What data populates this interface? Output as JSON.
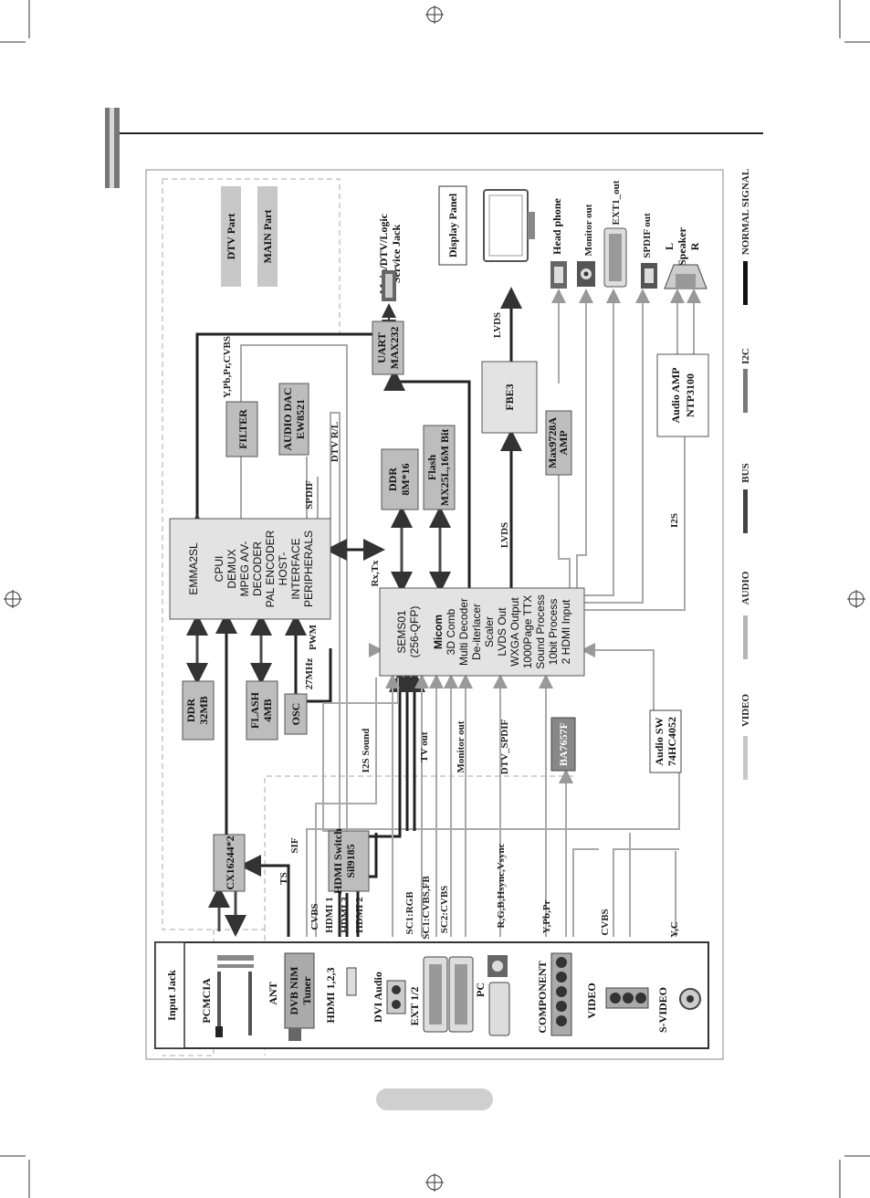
{
  "page": {
    "footer_pill": ""
  },
  "parts": {
    "dtv": "DTV Part",
    "main": "MAIN Part"
  },
  "display_panel": "Display Panel",
  "service_jack": [
    "Main/DTV/Logic",
    "Service Jack"
  ],
  "outputs": {
    "head_phone": "Head phone",
    "monitor_out": "Monitor out",
    "ext1_out": "EXT1_out",
    "spdif_out": "SPDIF out",
    "speaker": [
      "L",
      "Speaker",
      "R"
    ]
  },
  "legend": [
    "NORMAL SIGNAL",
    "I2C",
    "BUS",
    "AUDIO",
    "VIDEO"
  ],
  "chips": {
    "uart": [
      "UART",
      "MAX232"
    ],
    "filter": "FILTER",
    "audio_dac": [
      "AUDIO DAC",
      "EW8521"
    ],
    "fbe3": "FBE3",
    "max9728": [
      "Max9728A",
      "AMP"
    ],
    "audio_amp": [
      "Audio AMP",
      "NTP3100"
    ],
    "ddr_sems": [
      "DDR",
      "8M*16"
    ],
    "flash_sems": [
      "Flash",
      "MX25L,16M Bit"
    ],
    "emma": {
      "title": "EMMA2SL",
      "lines": [
        "CPUI",
        "DEMUX",
        "MPEG A/V-",
        "DECODER",
        "PAL ENCODER",
        "HOST-",
        "INTERFACE",
        "PERIPHERALS"
      ]
    },
    "sems": {
      "lines": [
        "SEMS01",
        "(256-QFP)"
      ],
      "bold": "Micom",
      "features": [
        "3D Comb",
        "Multi Decoder",
        "De-iterlacer",
        "Scaler",
        "LVDS Out",
        "WXGA Output",
        "1000Page TTX",
        "Sound Process",
        "10bit Process",
        "2 HDMI Input"
      ]
    },
    "ddr32": [
      "DDR",
      "32MB"
    ],
    "flash4": [
      "FLASH",
      "4MB"
    ],
    "osc": "OSC",
    "cx": "CX16244*2",
    "hdmi_switch": [
      "HDMI Switch",
      "Sil9185"
    ],
    "ba7657f": "BA7657F",
    "audio_sw": [
      "Audio SW",
      "74HC4052"
    ]
  },
  "signals": {
    "ypbpr_cvbs": "Y,Pb,Pr,CVBS",
    "dtv_rl": "DTV R/L",
    "spdif": "SPDIF",
    "lvds_top": "LVDS",
    "lvds_mid": "LVDS",
    "i2s": "I2S",
    "rx_tx": "Rx,Tx",
    "mhz27": "27MHz",
    "pwm": "PWM",
    "i2s_sound": "I2S Sound",
    "tv_out": "TV out",
    "monitor_out": "Monitor out",
    "dtv_spdif": "DTV_SPDIF",
    "sif": "SIF",
    "ts": "TS",
    "cvbs": "CVBS",
    "hdmi1": "HDMI 1",
    "hdmi3": "HDMI 3",
    "hdmi2": "HDMI 2",
    "sc1rgb": "SC1:RGB",
    "sc1cvbs": "SC1:CVBS,FB",
    "sc2cvbs": "SC2:CVBS",
    "rgb": "R,G,B,Hsync,Vsync",
    "ypbpr": "Y,Pb,Pr",
    "cvbs2": "CVBS",
    "yc": "Y,C"
  },
  "inputs": {
    "title": "Input Jack",
    "pcmcia": "PCMCIA",
    "ant": "ANT",
    "tuner": [
      "DVB NIM",
      "Tuner"
    ],
    "hdmi123": "HDMI 1,2,3",
    "dvi_audio": "DVI Audio",
    "ext12": "EXT 1/2",
    "pc": "PC",
    "component": "COMPONENT",
    "video": "VIDEO",
    "svideo": "S-VIDEO"
  }
}
